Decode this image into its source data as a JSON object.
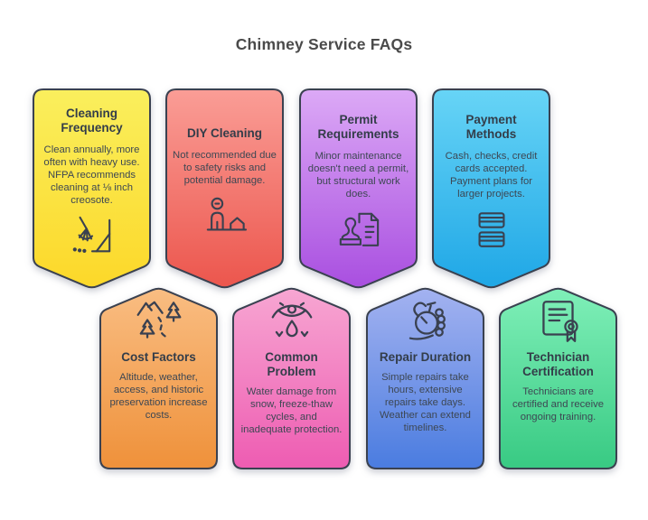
{
  "title": "Chimney Service FAQs",
  "colors": {
    "background": "#ffffff",
    "card_border": "#3a4150",
    "title_text": "#4a4a4a",
    "card_title_text": "#333d49",
    "card_body_text": "#3d4753"
  },
  "cards": [
    {
      "title": "Cleaning Frequency",
      "body": "Clean annually, more often with heavy use. NFPA recommends cleaning at ⅛ inch creosote.",
      "icon": "broom-icon",
      "color_top": "#faef5d",
      "color_bottom": "#fcd829"
    },
    {
      "title": "DIY Cleaning",
      "body": "Not recommended due to safety risks and potential damage.",
      "icon": "person-house-icon",
      "color_top": "#fa9d96",
      "color_bottom": "#ec564d"
    },
    {
      "title": "Permit Requirements",
      "body": "Minor maintenance doesn't need a permit, but structural work does.",
      "icon": "stamp-document-icon",
      "color_top": "#dca9f6",
      "color_bottom": "#a94fe0"
    },
    {
      "title": "Payment Methods",
      "body": "Cash, checks, credit cards accepted. Payment plans for larger projects.",
      "icon": "credit-cards-icon",
      "color_top": "#67d4f6",
      "color_bottom": "#1fa7e6"
    },
    {
      "title": "Cost Factors",
      "body": "Altitude, weather, access, and historic preservation increase costs.",
      "icon": "mountains-trees-icon",
      "color_top": "#f9bd82",
      "color_bottom": "#ef913a"
    },
    {
      "title": "Common Problem",
      "body": "Water damage from snow, freeze-thaw cycles, and inadequate protection.",
      "icon": "water-damage-icon",
      "color_top": "#f7a6d2",
      "color_bottom": "#ee5cb2"
    },
    {
      "title": "Repair Duration",
      "body": "Simple repairs take hours, extensive repairs take days. Weather can extend timelines.",
      "icon": "hand-stopwatch-icon",
      "color_top": "#a3b2f0",
      "color_bottom": "#4a7ce0"
    },
    {
      "title": "Technician Certification",
      "body": "Technicians are certified and receive ongoing training.",
      "icon": "certificate-icon",
      "color_top": "#7fefb8",
      "color_bottom": "#38ca83"
    }
  ]
}
